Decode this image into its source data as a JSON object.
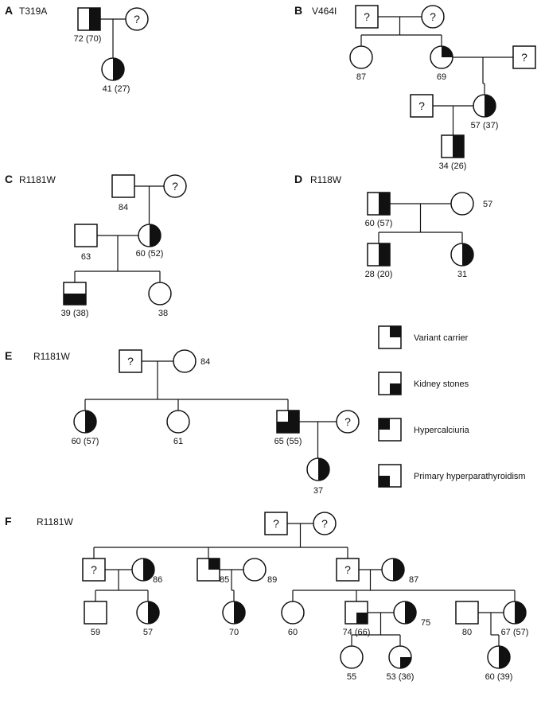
{
  "panels": [
    {
      "id": "A",
      "variant": "T319A"
    },
    {
      "id": "B",
      "variant": "V464I"
    },
    {
      "id": "C",
      "variant": "R1181W"
    },
    {
      "id": "D",
      "variant": "R118W"
    },
    {
      "id": "E",
      "variant": "R1181W"
    },
    {
      "id": "F",
      "variant": "R1181W"
    }
  ],
  "unknown_mark": "?",
  "legend": [
    {
      "label": "Variant carrier",
      "quadrant": "top-right"
    },
    {
      "label": "Kidney stones",
      "quadrant": "bottom-right"
    },
    {
      "label": "Hypercalciuria",
      "quadrant": "top-left"
    },
    {
      "label": "Primary hyperparathyroidism",
      "quadrant": "bottom-left"
    }
  ],
  "individuals": [
    {
      "id": "A1",
      "panel": "A",
      "sex": "male",
      "fill": "right",
      "label": "72 (70)"
    },
    {
      "id": "A2",
      "panel": "A",
      "sex": "female",
      "unknown": true
    },
    {
      "id": "A3",
      "panel": "A",
      "sex": "female",
      "fill": "right",
      "label": "41 (27)"
    },
    {
      "id": "B1",
      "panel": "B",
      "sex": "male",
      "unknown": true
    },
    {
      "id": "B2",
      "panel": "B",
      "sex": "female",
      "unknown": true
    },
    {
      "id": "B3",
      "panel": "B",
      "sex": "female",
      "label": "87"
    },
    {
      "id": "B4",
      "panel": "B",
      "sex": "female",
      "fill": "tr",
      "label": "69"
    },
    {
      "id": "B5",
      "panel": "B",
      "sex": "male",
      "unknown": true
    },
    {
      "id": "B6",
      "panel": "B",
      "sex": "male",
      "unknown": true
    },
    {
      "id": "B7",
      "panel": "B",
      "sex": "female",
      "fill": "right",
      "label": "57 (37)"
    },
    {
      "id": "B8",
      "panel": "B",
      "sex": "male",
      "fill": "right",
      "label": "34 (26)"
    },
    {
      "id": "C1",
      "panel": "C",
      "sex": "male",
      "label": "84"
    },
    {
      "id": "C2",
      "panel": "C",
      "sex": "female",
      "unknown": true
    },
    {
      "id": "C3",
      "panel": "C",
      "sex": "male",
      "label": "63"
    },
    {
      "id": "C4",
      "panel": "C",
      "sex": "female",
      "fill": "right",
      "label": "60 (52)"
    },
    {
      "id": "C5",
      "panel": "C",
      "sex": "male",
      "fill": "bottom",
      "label": "39 (38)"
    },
    {
      "id": "C6",
      "panel": "C",
      "sex": "female",
      "label": "38"
    },
    {
      "id": "D1",
      "panel": "D",
      "sex": "male",
      "fill": "right",
      "label": "60 (57)"
    },
    {
      "id": "D2",
      "panel": "D",
      "sex": "female",
      "label": "57"
    },
    {
      "id": "D3",
      "panel": "D",
      "sex": "male",
      "fill": "right",
      "label": "28 (20)"
    },
    {
      "id": "D4",
      "panel": "D",
      "sex": "female",
      "fill": "right",
      "label": "31"
    },
    {
      "id": "E1",
      "panel": "E",
      "sex": "male",
      "unknown": true
    },
    {
      "id": "E2",
      "panel": "E",
      "sex": "female",
      "label": "84"
    },
    {
      "id": "E3",
      "panel": "E",
      "sex": "female",
      "fill": "right",
      "label": "60 (57)"
    },
    {
      "id": "E4",
      "panel": "E",
      "sex": "female",
      "label": "61"
    },
    {
      "id": "E5",
      "panel": "E",
      "sex": "male",
      "fill": "tr-bl-br",
      "label": "65 (55)"
    },
    {
      "id": "E6",
      "panel": "E",
      "sex": "female",
      "unknown": true
    },
    {
      "id": "E7",
      "panel": "E",
      "sex": "female",
      "fill": "tr-br",
      "label": "37"
    },
    {
      "id": "F1",
      "panel": "F",
      "sex": "male",
      "unknown": true
    },
    {
      "id": "F2",
      "panel": "F",
      "sex": "female",
      "unknown": true
    },
    {
      "id": "F3",
      "panel": "F",
      "sex": "male",
      "unknown": true
    },
    {
      "id": "F4",
      "panel": "F",
      "sex": "female",
      "fill": "tr-br",
      "label": "86"
    },
    {
      "id": "F5",
      "panel": "F",
      "sex": "male",
      "fill": "tr",
      "label": "85"
    },
    {
      "id": "F6",
      "panel": "F",
      "sex": "female",
      "label": "89"
    },
    {
      "id": "F7",
      "panel": "F",
      "sex": "male",
      "unknown": true
    },
    {
      "id": "F8",
      "panel": "F",
      "sex": "female",
      "fill": "tr-br",
      "label": "87"
    },
    {
      "id": "F9",
      "panel": "F",
      "sex": "male",
      "label": "59"
    },
    {
      "id": "F10",
      "panel": "F",
      "sex": "female",
      "fill": "tr-br",
      "label": "57"
    },
    {
      "id": "F11",
      "panel": "F",
      "sex": "female",
      "fill": "tr-br",
      "label": "70"
    },
    {
      "id": "F12",
      "panel": "F",
      "sex": "female",
      "label": "60"
    },
    {
      "id": "F13",
      "panel": "F",
      "sex": "male",
      "fill": "br",
      "label": "74 (66)"
    },
    {
      "id": "F14",
      "panel": "F",
      "sex": "female",
      "fill": "tr-br",
      "label": "75"
    },
    {
      "id": "F15",
      "panel": "F",
      "sex": "male",
      "label": "80"
    },
    {
      "id": "F16",
      "panel": "F",
      "sex": "female",
      "fill": "right",
      "label": "67 (57)"
    },
    {
      "id": "F17",
      "panel": "F",
      "sex": "female",
      "label": "55"
    },
    {
      "id": "F18",
      "panel": "F",
      "sex": "female",
      "fill": "br",
      "label": "53 (36)"
    },
    {
      "id": "F19",
      "panel": "F",
      "sex": "female",
      "fill": "right",
      "label": "60 (39)"
    }
  ],
  "unions": [
    {
      "a": "A1",
      "b": "A2",
      "children": [
        "A3"
      ]
    },
    {
      "a": "B1",
      "b": "B2",
      "children": [
        "B3",
        "B4"
      ]
    },
    {
      "a": "B4",
      "b": "B5",
      "children": [
        "B7"
      ]
    },
    {
      "a": "B6",
      "b": "B7",
      "children": [
        "B8"
      ]
    },
    {
      "a": "C1",
      "b": "C2",
      "children": [
        "C4"
      ]
    },
    {
      "a": "C3",
      "b": "C4",
      "children": [
        "C5",
        "C6"
      ]
    },
    {
      "a": "D1",
      "b": "D2",
      "children": [
        "D3",
        "D4"
      ]
    },
    {
      "a": "E1",
      "b": "E2",
      "children": [
        "E3",
        "E4",
        "E5"
      ]
    },
    {
      "a": "E5",
      "b": "E6",
      "children": [
        "E7"
      ]
    },
    {
      "a": "F1",
      "b": "F2",
      "children": [
        "F3",
        "F5",
        "F7"
      ]
    },
    {
      "a": "F3",
      "b": "F4",
      "children": [
        "F9",
        "F10"
      ]
    },
    {
      "a": "F5",
      "b": "F6",
      "children": [
        "F11"
      ]
    },
    {
      "a": "F7",
      "b": "F8",
      "children": [
        "F12",
        "F13",
        "F16"
      ]
    },
    {
      "a": "F13",
      "b": "F14",
      "children": [
        "F17",
        "F18"
      ]
    },
    {
      "a": "F15",
      "b": "F16",
      "children": [
        "F19"
      ]
    }
  ]
}
